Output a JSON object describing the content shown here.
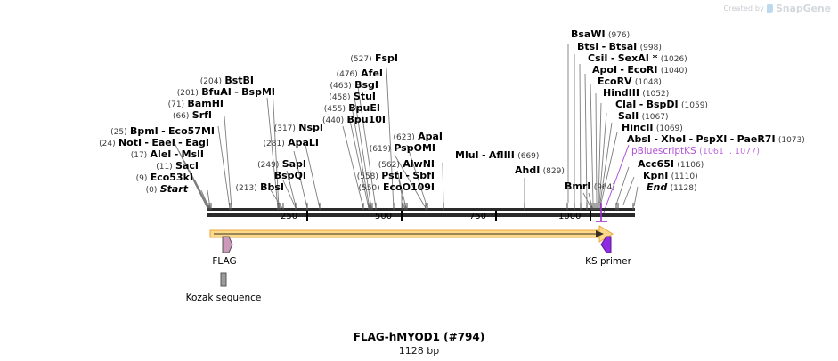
{
  "watermark": {
    "created_by": "Created by",
    "brand": "SnapGene",
    "logo_icon": "snapgene-bookmark-icon"
  },
  "title": {
    "name": "FLAG-hMYOD1 (#794)",
    "length": "1128 bp"
  },
  "ruler": {
    "ticks": [
      {
        "label": "250"
      },
      {
        "label": "500"
      },
      {
        "label": "750"
      },
      {
        "label": "1000"
      }
    ]
  },
  "features": [
    {
      "name": "FLAG",
      "shape": "arrow-right",
      "color": "#cc99bb"
    },
    {
      "name": "Kozak sequence",
      "shape": "box",
      "color": "#8c8c8c"
    },
    {
      "name": "KS primer",
      "shape": "arrow-left",
      "color": "#8f2be0"
    }
  ],
  "annotations": [
    {
      "name": "pBluescriptKS",
      "range": "(1061 .. 1077)",
      "color": "#b14fd8"
    }
  ],
  "enzymes_left": [
    {
      "pos": "(204)",
      "names": [
        "BstBI"
      ],
      "full": "(204)  BstBI"
    },
    {
      "pos": "(201)",
      "names": [
        "BfuAI",
        "BspMI"
      ],
      "full": "(201)  BfuAI - BspMI"
    },
    {
      "pos": "(71)",
      "names": [
        "BamHI"
      ],
      "full": "(71)  BamHI"
    },
    {
      "pos": "(66)",
      "names": [
        "SrfI"
      ],
      "full": "(66)  SrfI"
    },
    {
      "pos": "(25)",
      "names": [
        "BpmI",
        "Eco57MI"
      ],
      "full": "(25)  BpmI - Eco57MI"
    },
    {
      "pos": "(24)",
      "names": [
        "NotI",
        "EaeI",
        "EagI"
      ],
      "full": "(24)  NotI - EaeI - EagI"
    },
    {
      "pos": "(17)",
      "names": [
        "AleI",
        "MslI"
      ],
      "full": "(17)  AleI - MslI"
    },
    {
      "pos": "(11)",
      "names": [
        "SacI"
      ],
      "full": "(11)  SacI"
    },
    {
      "pos": "(9)",
      "names": [
        "Eco53kI"
      ],
      "full": "(9)  Eco53kI"
    },
    {
      "pos": "(0)",
      "names": [
        "Start"
      ],
      "full": "(0)  Start",
      "italic": true
    }
  ],
  "enzymes_mid": [
    {
      "pos": "(527)",
      "names": [
        "FspI"
      ],
      "full": "(527)  FspI"
    },
    {
      "pos": "(476)",
      "names": [
        "AfeI"
      ],
      "full": "(476)  AfeI"
    },
    {
      "pos": "(463)",
      "names": [
        "BsgI"
      ],
      "full": "(463)  BsgI"
    },
    {
      "pos": "(458)",
      "names": [
        "StuI"
      ],
      "full": "(458)  StuI"
    },
    {
      "pos": "(455)",
      "names": [
        "BpuEI"
      ],
      "full": "(455)  BpuEI"
    },
    {
      "pos": "(440)",
      "names": [
        "Bpu10I"
      ],
      "full": "(440)  Bpu10I"
    },
    {
      "pos": "(317)",
      "names": [
        "NspI"
      ],
      "full": "(317)  NspI"
    },
    {
      "pos": "(281)",
      "names": [
        "ApaLI"
      ],
      "full": "(281)  ApaLI"
    },
    {
      "pos": "(249)",
      "names": [
        "SapI"
      ],
      "full": "(249)  SapI"
    },
    {
      "pos": "",
      "names": [
        "BspQI"
      ],
      "full": "BspQI"
    },
    {
      "pos": "(213)",
      "names": [
        "BbsI"
      ],
      "full": "(213)  BbsI"
    },
    {
      "pos": "(623)",
      "names": [
        "ApaI"
      ],
      "full": "(623)  ApaI"
    },
    {
      "pos": "(619)",
      "names": [
        "PspOMI"
      ],
      "full": "(619)  PspOMI"
    },
    {
      "pos": "(562)",
      "names": [
        "AlwNI"
      ],
      "full": "(562)  AlwNI"
    },
    {
      "pos": "(558)",
      "names": [
        "PstI",
        "SbfI"
      ],
      "full": "(558)  PstI - SbfI"
    },
    {
      "pos": "(550)",
      "names": [
        "EcoO109I"
      ],
      "full": "(550)  EcoO109I"
    },
    {
      "pos": "(669)",
      "names": [
        "MluI",
        "AflIII"
      ],
      "full": "MluI - AflIII  (669)"
    },
    {
      "pos": "(829)",
      "names": [
        "AhdI"
      ],
      "full": "AhdI  (829)"
    },
    {
      "pos": "(964)",
      "names": [
        "BmrI"
      ],
      "full": "BmrI  (964)"
    }
  ],
  "enzymes_right": [
    {
      "full": "BsaWI  (976)",
      "names": [
        "BsaWI"
      ],
      "pos": "(976)"
    },
    {
      "full": "BtsI - BtsaI  (998)",
      "names": [
        "BtsI",
        "BtsaI"
      ],
      "pos": "(998)"
    },
    {
      "full": "CsiI - SexAI *  (1026)",
      "names": [
        "CsiI",
        "SexAI *"
      ],
      "pos": "(1026)"
    },
    {
      "full": "ApoI - EcoRI  (1040)",
      "names": [
        "ApoI",
        "EcoRI"
      ],
      "pos": "(1040)"
    },
    {
      "full": "EcoRV  (1048)",
      "names": [
        "EcoRV"
      ],
      "pos": "(1048)"
    },
    {
      "full": "HindIII  (1052)",
      "names": [
        "HindIII"
      ],
      "pos": "(1052)"
    },
    {
      "full": "ClaI - BspDI  (1059)",
      "names": [
        "ClaI",
        "BspDI"
      ],
      "pos": "(1059)"
    },
    {
      "full": "SalI  (1067)",
      "names": [
        "SalI"
      ],
      "pos": "(1067)"
    },
    {
      "full": "HincII  (1069)",
      "names": [
        "HincII"
      ],
      "pos": "(1069)"
    },
    {
      "full": "AbsI - XhoI - PspXI - PaeR7I  (1073)",
      "names": [
        "AbsI",
        "XhoI",
        "PspXI",
        "PaeR7I"
      ],
      "pos": "(1073)"
    },
    {
      "full": "Acc65I  (1106)",
      "names": [
        "Acc65I"
      ],
      "pos": "(1106)"
    },
    {
      "full": "KpnI  (1110)",
      "names": [
        "KpnI"
      ],
      "pos": "(1110)"
    },
    {
      "full": "End  (1128)",
      "names": [
        "End"
      ],
      "pos": "(1128)",
      "italic": true
    }
  ],
  "labels": {
    "bsaWI_name": "BsaWI",
    "bsaWI_pos": "(976)",
    "btsI_name": "BtsI",
    "btsI_name2": "BtsaI",
    "btsI_pos": "(998)",
    "csiI_name": "CsiI",
    "csiI_name2": "SexAI *",
    "csiI_pos": "(1026)",
    "apoI_name": "ApoI",
    "apoI_name2": "EcoRI",
    "apoI_pos": "(1040)",
    "ecoRV_name": "EcoRV",
    "ecoRV_pos": "(1048)",
    "hindIII_name": "HindIII",
    "hindIII_pos": "(1052)",
    "claI_name": "ClaI",
    "claI_name2": "BspDI",
    "claI_pos": "(1059)",
    "salI_name": "SalI",
    "salI_pos": "(1067)",
    "hincII_name": "HincII",
    "hincII_pos": "(1069)",
    "absI_name": "AbsI",
    "absI_name2": "XhoI",
    "absI_name3": "PspXI",
    "absI_name4": "PaeR7I",
    "absI_pos": "(1073)",
    "acc65I_name": "Acc65I",
    "acc65I_pos": "(1106)",
    "kpnI_name": "KpnI",
    "kpnI_pos": "(1110)",
    "end_name": "End",
    "end_pos": "(1128)",
    "pbs_name": "pBluescriptKS",
    "pbs_pos": "(1061 .. 1077)",
    "bstBI_name": "BstBI",
    "bstBI_pos": "(204)",
    "bfuAI_name": "BfuAI",
    "bfuAI_name2": "BspMI",
    "bfuAI_pos": "(201)",
    "bamHI_name": "BamHI",
    "bamHI_pos": "(71)",
    "srfI_name": "SrfI",
    "srfI_pos": "(66)",
    "bpmI_name": "BpmI",
    "bpmI_name2": "Eco57MI",
    "bpmI_pos": "(25)",
    "notI_name": "NotI",
    "notI_name2": "EaeI",
    "notI_name3": "EagI",
    "notI_pos": "(24)",
    "aleI_name": "AleI",
    "aleI_name2": "MslI",
    "aleI_pos": "(17)",
    "sacI_name": "SacI",
    "sacI_pos": "(11)",
    "eco53kI_name": "Eco53kI",
    "eco53kI_pos": "(9)",
    "start_name": "Start",
    "start_pos": "(0)",
    "fspI_name": "FspI",
    "fspI_pos": "(527)",
    "afeI_name": "AfeI",
    "afeI_pos": "(476)",
    "bsgI_name": "BsgI",
    "bsgI_pos": "(463)",
    "stuI_name": "StuI",
    "stuI_pos": "(458)",
    "bpuEI_name": "BpuEI",
    "bpuEI_pos": "(455)",
    "bpu10I_name": "Bpu10I",
    "bpu10I_pos": "(440)",
    "nspI_name": "NspI",
    "nspI_pos": "(317)",
    "apaLI_name": "ApaLI",
    "apaLI_pos": "(281)",
    "sapI_name": "SapI",
    "sapI_pos": "(249)",
    "bspQI_name": "BspQI",
    "bbsI_name": "BbsI",
    "bbsI_pos": "(213)",
    "apaI_name": "ApaI",
    "apaI_pos": "(623)",
    "pspOMI_name": "PspOMI",
    "pspOMI_pos": "(619)",
    "alwNI_name": "AlwNI",
    "alwNI_pos": "(562)",
    "pstI_name": "PstI",
    "pstI_name2": "SbfI",
    "pstI_pos": "(558)",
    "ecoO109I_name": "EcoO109I",
    "ecoO109I_pos": "(550)",
    "mluI_name": "MluI",
    "mluI_name2": "AflIII",
    "mluI_pos": "(669)",
    "ahdI_name": "AhdI",
    "ahdI_pos": "(829)",
    "bmrI_name": "BmrI",
    "bmrI_pos": "(964)",
    "dash": "-",
    "flag": "FLAG",
    "kozak": "Kozak sequence",
    "ks_primer": "KS primer",
    "tick250": "250",
    "tick500": "500",
    "tick750": "750",
    "tick1000": "1000"
  }
}
